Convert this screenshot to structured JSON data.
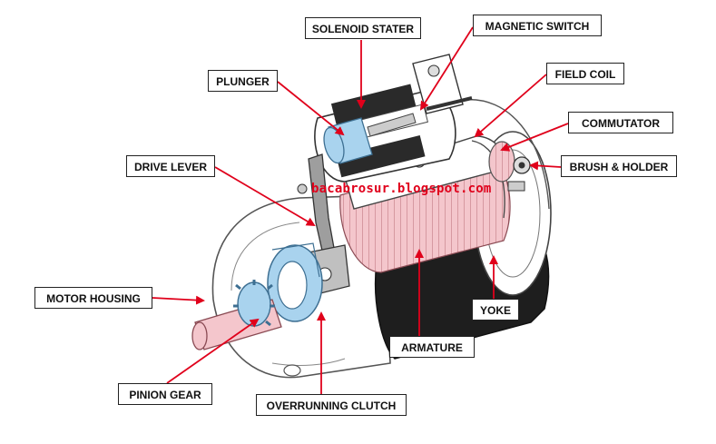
{
  "labels": {
    "solenoid_stater": "SOLENOID STATER",
    "magnetic_switch": "MAGNETIC SWITCH",
    "plunger": "PLUNGER",
    "field_coil": "FIELD COIL",
    "commutator": "COMMUTATOR",
    "brush_holder": "BRUSH & HOLDER",
    "drive_lever": "DRIVE LEVER",
    "motor_housing": "MOTOR HOUSING",
    "yoke": "YOKE",
    "armature": "ARMATURE",
    "pinion_gear": "PINION GEAR",
    "overrunning_clutch": "OVERRUNNING CLUTCH"
  },
  "watermark": "bacabrosur.blogspot.com",
  "colors": {
    "arrow": "#e0001b",
    "armature_pink": "#f4c6cc",
    "clutch_blue": "#a9d3ee",
    "yoke_dark": "#1e1e1e"
  }
}
